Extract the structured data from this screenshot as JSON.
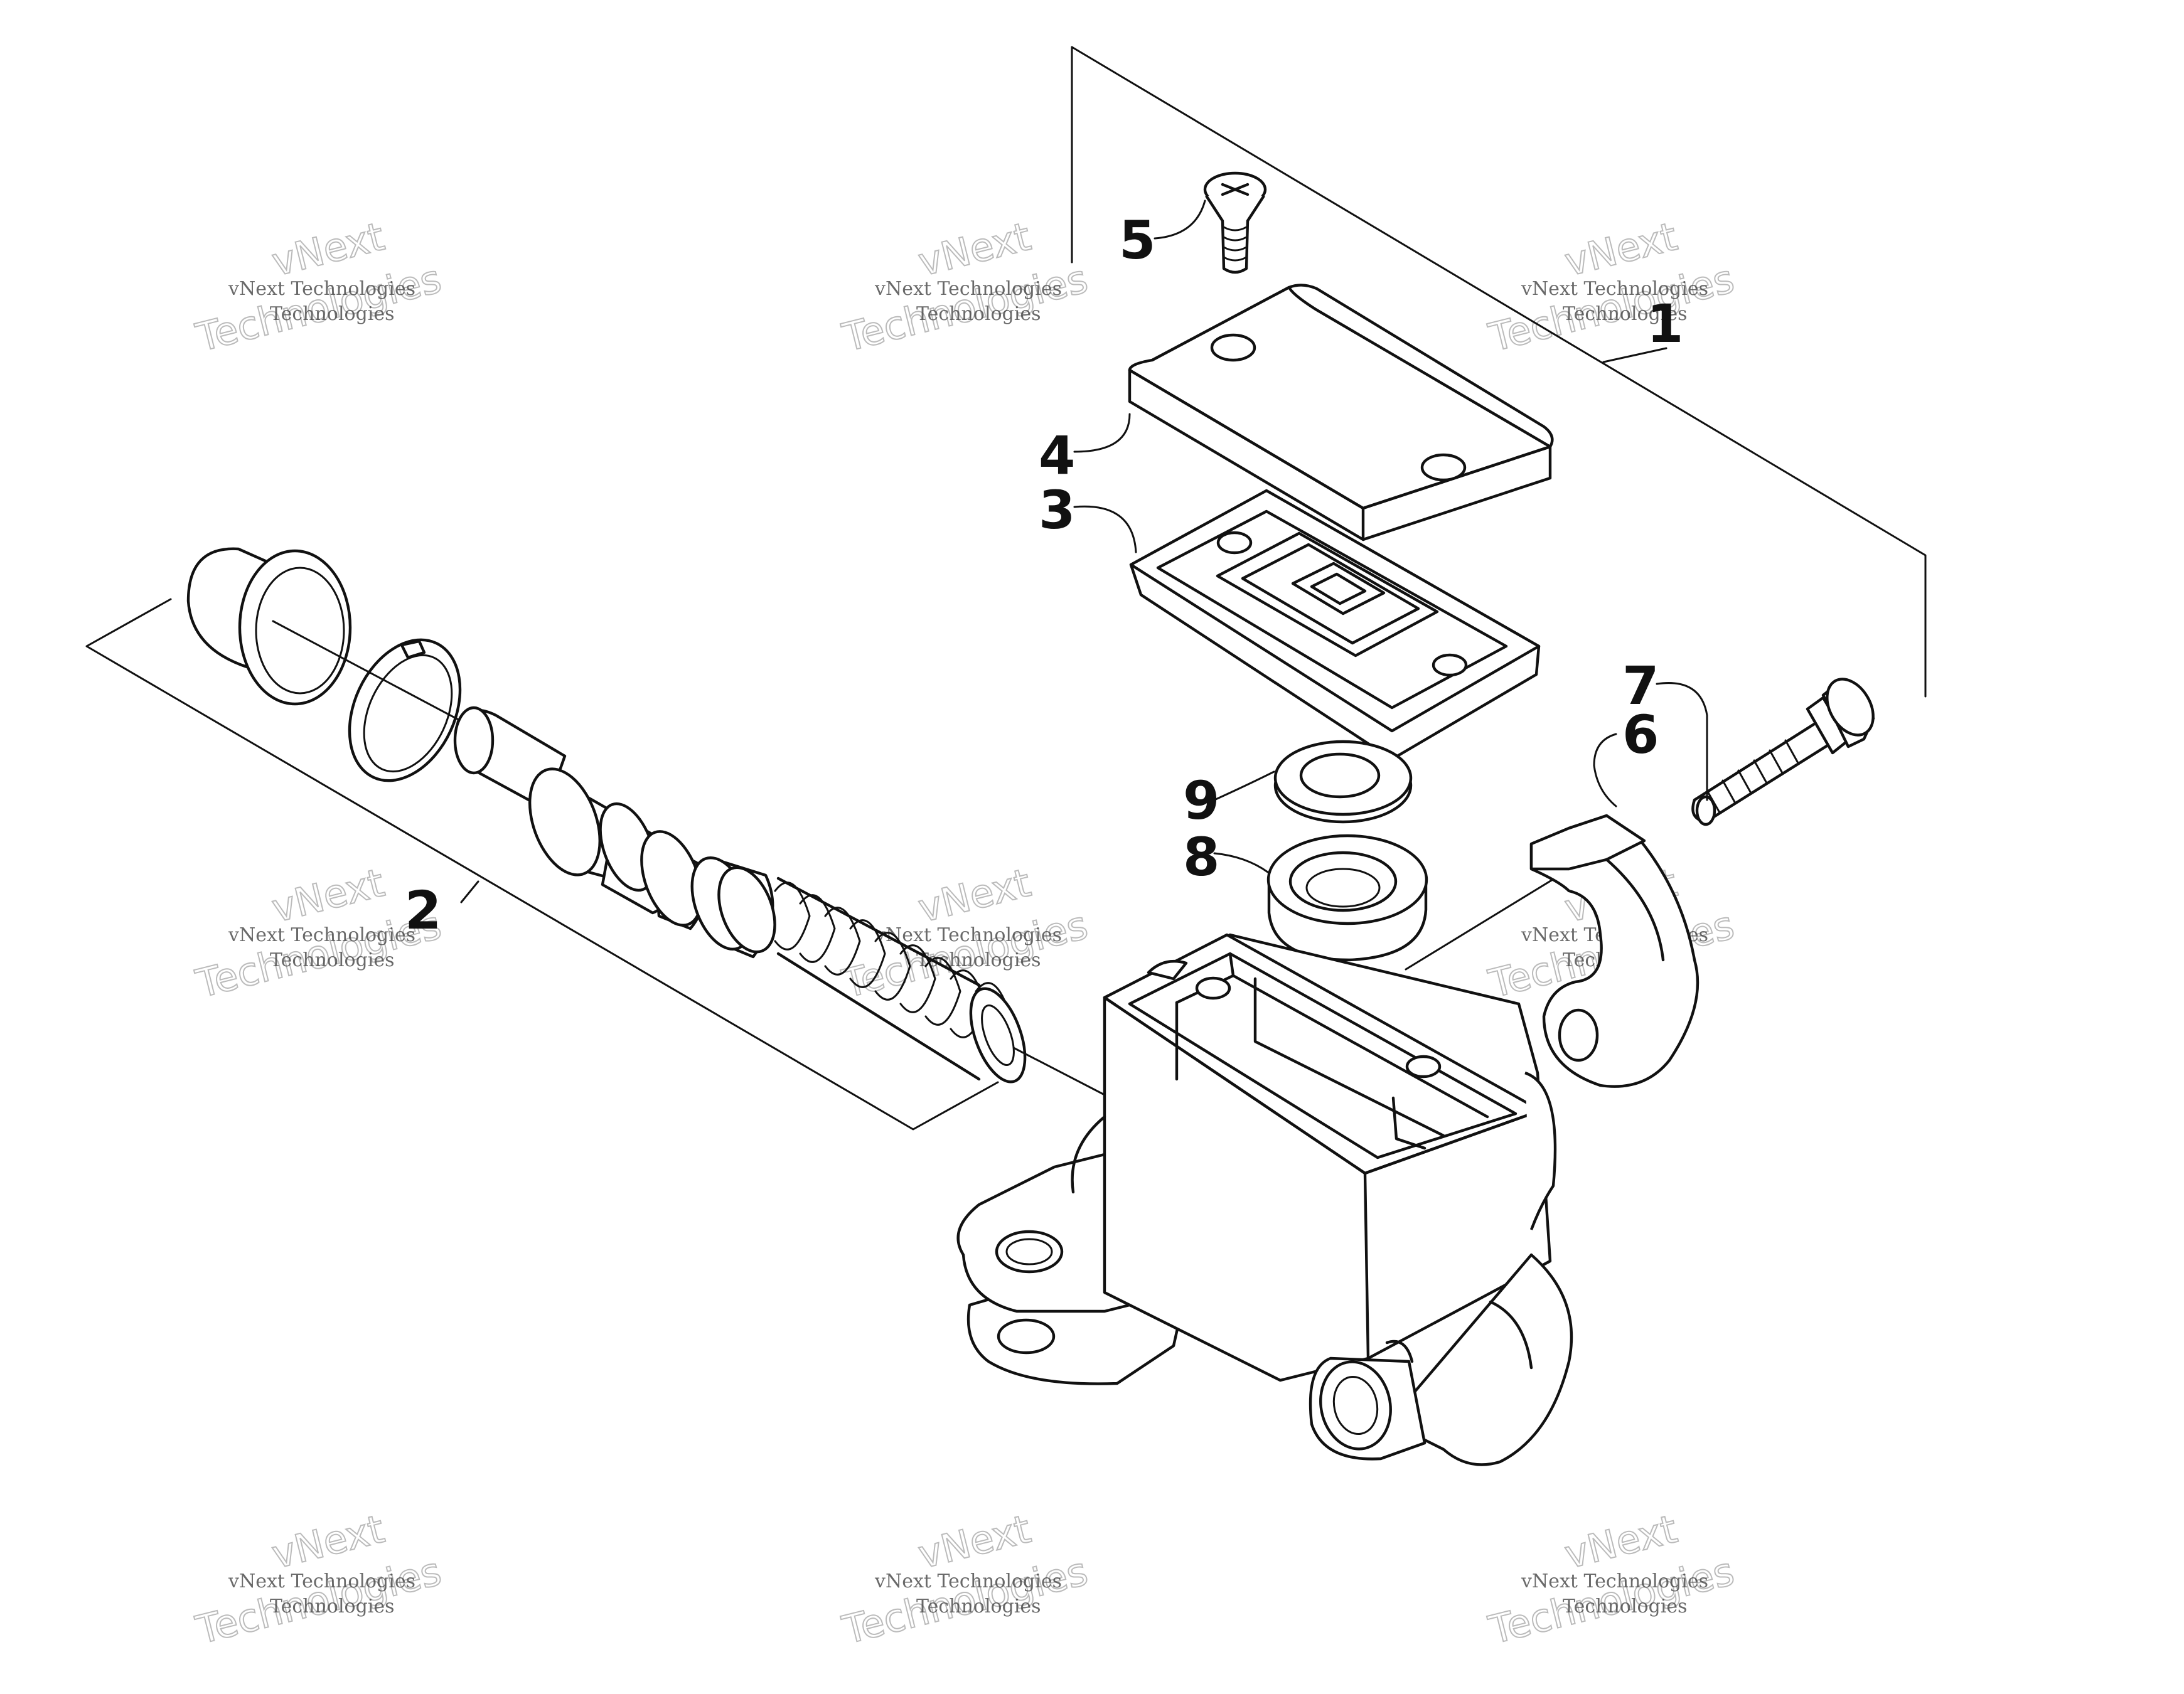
{
  "callouts": {
    "1": "1",
    "2": "2",
    "3": "3",
    "4": "4",
    "5": "5",
    "6": "6",
    "7": "7",
    "8": "8",
    "9": "9"
  },
  "watermark": {
    "line1": "vNext Technologies",
    "line2": "vNext",
    "line3": "Technologies"
  }
}
